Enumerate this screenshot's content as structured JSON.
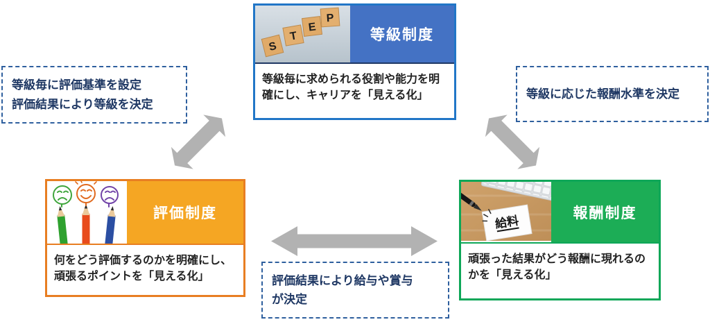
{
  "diagram": {
    "grade_box": {
      "title": "等級制度",
      "body": "等級毎に求められる役割や能力を明確にし、キャリアを「見える化」",
      "image_name": "step-blocks-photo",
      "step_letters": [
        "S",
        "T",
        "E",
        "P"
      ]
    },
    "evaluation_box": {
      "title": "評価制度",
      "body": "何をどう評価するのかを明確にし、頑張るポイントを「見える化」",
      "image_name": "pencil-faces-illustration"
    },
    "compensation_box": {
      "title": "報酬制度",
      "body": "頑張った結果がどう報酬に現れるのかを「見える化」",
      "image_name": "salary-note-photo",
      "salary_label": "給料"
    },
    "notes": {
      "left": {
        "line1": "等級毎に評価基準を設定",
        "line2": "評価結果により等級を決定"
      },
      "right": {
        "line1": "等級に応じた報酬水準を決定"
      },
      "bottom": {
        "line1": "評価結果により給与や賞与",
        "line2": "が決定"
      }
    },
    "colors": {
      "grade_fill": "#4472C4",
      "grade_border": "#2176C7",
      "grade_divider": "#1F3864",
      "evaluation_fill": "#F5A623",
      "evaluation_border": "#E87E22",
      "compensation_fill": "#1CAD56",
      "compensation_border": "#0EA758",
      "note_border": "#2E5F9E",
      "note_text": "#1F3864",
      "arrow_gray": "#B2B2B2",
      "body_text": "#222222"
    }
  }
}
